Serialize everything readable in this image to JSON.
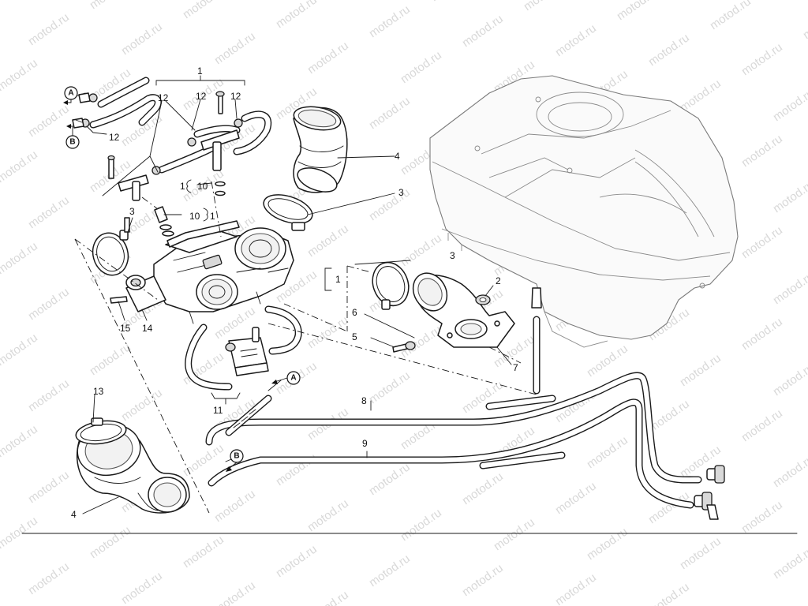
{
  "watermark_text": "motod.ru",
  "callouts": {
    "a1": "1",
    "a2": "1",
    "a3": "1",
    "a4": "1",
    "b2": "2",
    "b3a": "3",
    "b3b": "3",
    "b3c": "3",
    "b4a": "4",
    "b4b": "4",
    "b5": "5",
    "b6": "6",
    "b7": "7",
    "b8": "8",
    "b9": "9",
    "b10a": "10",
    "b10b": "10",
    "b11": "11",
    "b12a": "12",
    "b12b": "12",
    "b12c": "12",
    "b12d": "12",
    "b13": "13",
    "b14": "14",
    "b15": "15"
  },
  "connectors": {
    "a_top": "A",
    "b_top": "B",
    "a_hose": "A",
    "b_hose": "B"
  }
}
